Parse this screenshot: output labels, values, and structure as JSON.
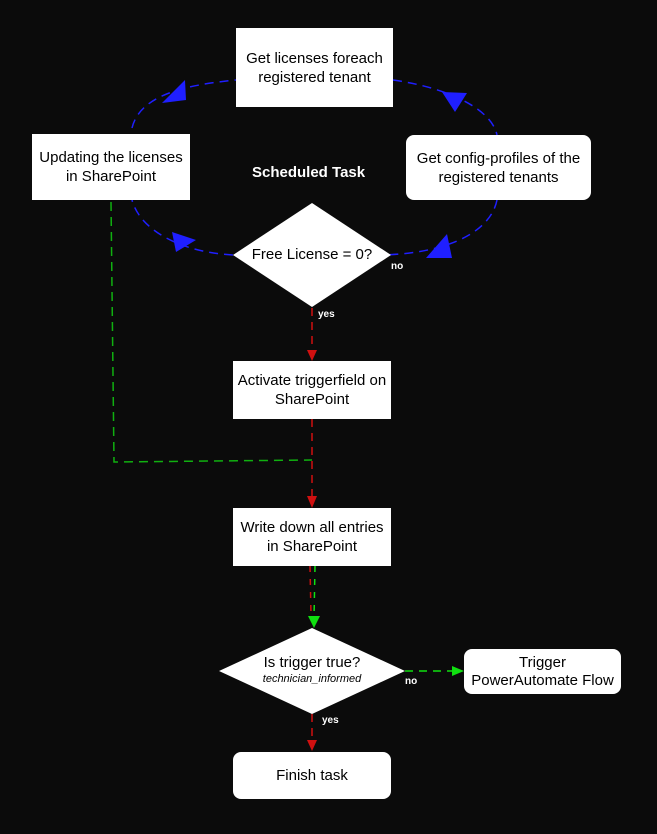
{
  "title": "Scheduled Task",
  "nodes": {
    "get_licenses": "Get licenses foreach registered tenant",
    "get_config": "Get config-profiles of the registered tenants",
    "updating": "Updating the licenses in SharePoint",
    "free_license": "Free License = 0?",
    "activate": "Activate triggerfield on SharePoint",
    "write_down": "Write down all entries in SharePoint",
    "is_trigger": "Is trigger true?",
    "is_trigger_sub": "technician_informed",
    "trigger_flow": "Trigger PowerAutomate Flow",
    "finish": "Finish task"
  },
  "edge_labels": {
    "free_no": "no",
    "free_yes": "yes",
    "trigger_no": "no",
    "trigger_yes": "yes"
  },
  "colors": {
    "loop": "#1f1fff",
    "yes_path": "#d01010",
    "update_path": "#10b010",
    "trigger_path": "#10e010"
  }
}
